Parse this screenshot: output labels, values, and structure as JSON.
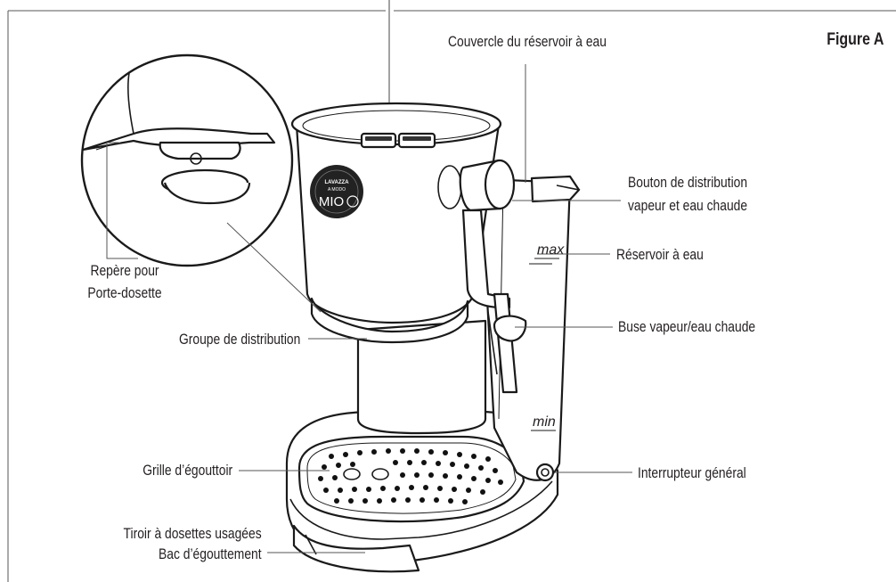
{
  "figure": {
    "title": "Figure A"
  },
  "labels": {
    "lid": "Couvercle du réservoir à eau",
    "steam_button_1": "Bouton de distribution",
    "steam_button_2": "vapeur et eau chaude",
    "tank": "Réservoir à eau",
    "nozzle": "Buse vapeur/eau chaude",
    "main_switch": "Interrupteur général",
    "capsule_marker_1": "Repère pour",
    "capsule_marker_2": "Porte-dosette",
    "brew_group": "Groupe de distribution",
    "drip_grid": "Grille d’égouttoir",
    "capsule_drawer": "Tiroir à dosettes usagées",
    "drip_tray": "Bac d’égouttement"
  },
  "product_marks": {
    "brand": "LAVAZZA",
    "line": "A MODO",
    "model": "MIO",
    "level_max": "max",
    "level_min": "min"
  }
}
